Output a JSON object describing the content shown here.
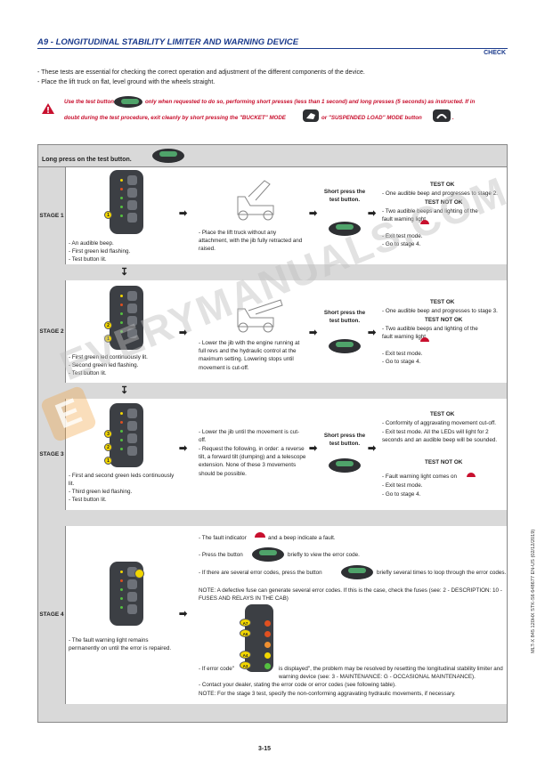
{
  "header": {
    "title": "A9 - LONGITUDINAL STABILITY LIMITER AND WARNING DEVICE",
    "tag": "CHECK"
  },
  "intro": [
    "- These tests are essential for checking the correct operation and adjustment of the different components of the device.",
    "- Place the lift truck on flat, level ground with the wheels straight."
  ],
  "warning": {
    "line1a": "Use the test button",
    "line1b": "only when requested to do so, performing short presses (less than 1 second) and long presses (5 seconds) as instructed. If in",
    "line2a": "doubt during the test procedure, exit cleanly by short pressing the \"BUCKET\" MODE",
    "line2b": "or \"SUSPENDED LOAD\" MODE button"
  },
  "table": {
    "header": "Long press on the test button.",
    "short_press": "Short press the test button.",
    "stages": [
      {
        "label": "STAGE 1",
        "left": [
          "- An audible beep.",
          "- First green led flashing.",
          "- Test button lit."
        ],
        "middle": "- Place the lift truck without any attachment, with the jib fully retracted and raised.",
        "ok_title": "TEST OK",
        "ok": [
          "- One audible beep and progresses to stage 2."
        ],
        "notok_title": "TEST NOT OK",
        "notok": [
          "- Two audible beeps and lighting of the fault warning light",
          "- Exit test mode.",
          "- Go to stage 4."
        ]
      },
      {
        "label": "STAGE 2",
        "left": [
          "- First green led continuously lit.",
          "- Second green led flashing.",
          "- Test button lit."
        ],
        "middle": "- Lower the jib with the engine running at full revs and the hydraulic control at the maximum setting. Lowering stops until movement is cut-off.",
        "ok_title": "TEST OK",
        "ok": [
          "- One audible beep and progresses to stage 3."
        ],
        "notok_title": "TEST NOT OK",
        "notok": [
          "- Two audible beeps and lighting of the fault warning light",
          "- Exit test mode.",
          "- Go to stage 4."
        ]
      },
      {
        "label": "STAGE 3",
        "left": [
          "- First and second green leds continuously lit.",
          "- Third green led flashing.",
          "- Test button lit."
        ],
        "middle1": "- Lower the jib until the movement is cut-off.",
        "middle2": "- Request the following, in order: a reverse tilt, a forward tilt (dumping) and a telescope extension. None of these 3 movements should be possible.",
        "ok_title": "TEST OK",
        "ok": [
          "- Conformity of aggravating movement cut-off.",
          "- Exit test mode. All the LEDs will light for 2 seconds and an audible beep will be sounded."
        ],
        "notok_title": "TEST NOT OK",
        "notok": [
          "- Fault warning light comes on",
          "- Exit test mode.",
          "- Go to stage 4."
        ]
      },
      {
        "label": "STAGE 4",
        "left": [
          "- The fault warning light remains permanently on until the error is repaired."
        ],
        "r1a": "- The fault indicator",
        "r1b": "and a beep indicate a fault.",
        "r2a": "- Press the button",
        "r2b": "briefly to view the error code.",
        "r3a": "- If there are several error codes, press the button",
        "r3b": "briefly several times to loop through the error codes.",
        "note1": "NOTE: A defective fuse can generate several error codes. If this is the case, check the fuses (see: 2 - DESCRIPTION: 10 - FUSES AND RELAYS IN THE CAB)",
        "r4a": "- If error code\"",
        "r4b": "is displayed\", the problem may be resolved by resetting the longitudinal stability limiter and warning device (see: 3 - MAINTENANCE: G - OCCASIONAL MAINTENANCE).",
        "r5": "- Contact your dealer, stating the error code or error codes (see following table).",
        "note2": "NOTE: For the stage 3 test, specify the non-conforming aggravating hydraulic movements, if necessary.",
        "codes": [
          "A7",
          "A6",
          "A4",
          "A3"
        ]
      }
    ]
  },
  "footer": {
    "page": "3-15",
    "ref": "MLT-X 845 120HX STK-S6 648677 EN-US (02/12/2019)"
  },
  "watermark": "EVERYMANUALS.COM",
  "colors": {
    "title": "#1a3a8c",
    "warning": "#c8102e",
    "band": "#d9d9d9",
    "panel": "#3c3f44"
  }
}
